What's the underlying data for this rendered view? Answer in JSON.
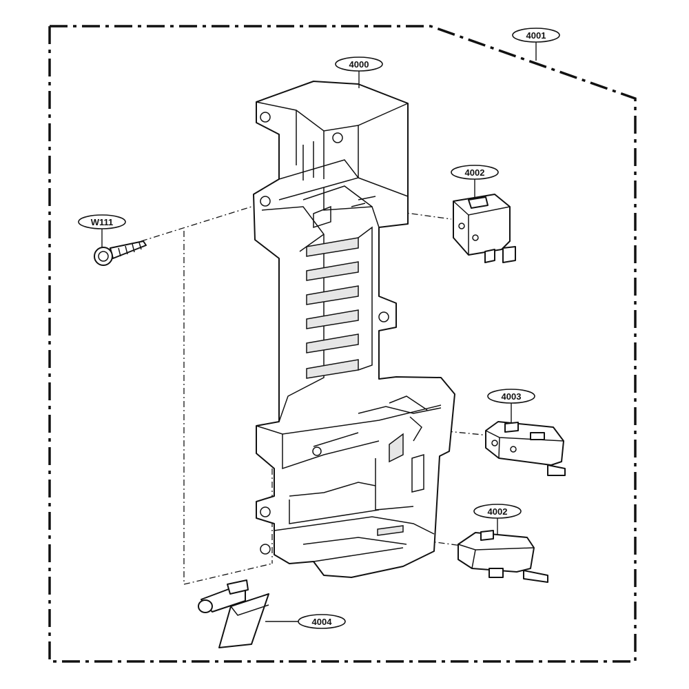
{
  "callouts": {
    "frame": "4001",
    "latch_board": "4000",
    "switch_top": "4002",
    "switch_middle": "4003",
    "switch_bottom": "4002",
    "screw": "W111",
    "lever": "4004"
  }
}
